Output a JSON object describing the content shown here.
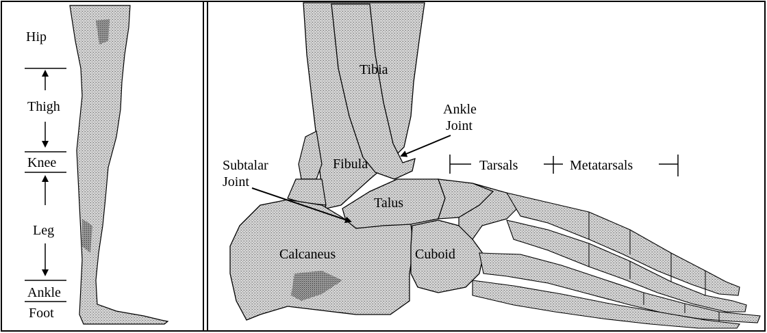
{
  "left_panel": {
    "labels": {
      "hip": "Hip",
      "thigh": "Thigh",
      "knee": "Knee",
      "leg": "Leg",
      "ankle": "Ankle",
      "foot": "Foot"
    }
  },
  "right_panel": {
    "labels": {
      "tibia": "Tibia",
      "ankle_joint_1": "Ankle",
      "ankle_joint_2": "Joint",
      "fibula": "Fibula",
      "tarsals": "Tarsals",
      "metatarsals": "Metatarsals",
      "subtalar_joint_1": "Subtalar",
      "subtalar_joint_2": "Joint",
      "talus": "Talus",
      "calcaneus": "Calcaneus",
      "cuboid": "Cuboid"
    }
  },
  "colors": {
    "ink": "#000000",
    "bone_fill": "#c9c9c9",
    "bone_dark": "#8a8a8a",
    "background": "#ffffff"
  }
}
